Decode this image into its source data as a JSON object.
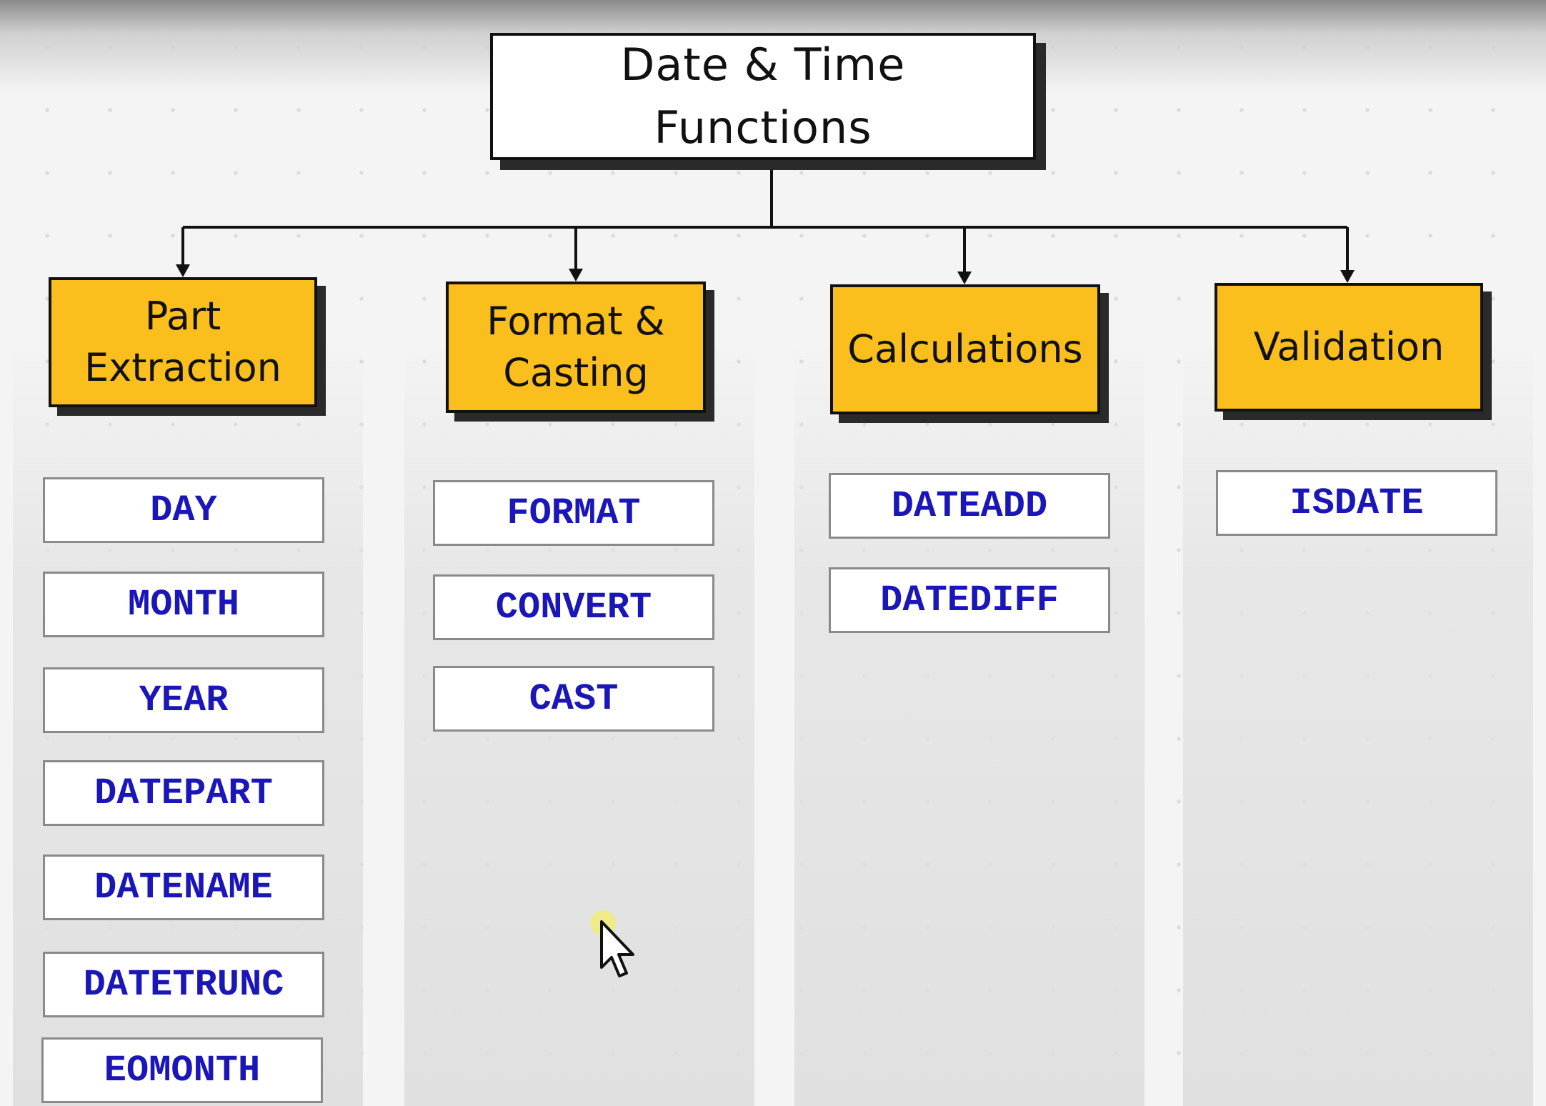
{
  "title": "Date & Time\nFunctions",
  "categories": [
    {
      "label": "Part\nExtraction",
      "functions": [
        "DAY",
        "MONTH",
        "YEAR",
        "DATEPART",
        "DATENAME",
        "DATETRUNC",
        "EOMONTH"
      ]
    },
    {
      "label": "Format &\nCasting",
      "functions": [
        "FORMAT",
        "CONVERT",
        "CAST"
      ]
    },
    {
      "label": "Calculations",
      "functions": [
        "DATEADD",
        "DATEDIFF"
      ]
    },
    {
      "label": "Validation",
      "functions": [
        "ISDATE"
      ]
    }
  ],
  "colors": {
    "category_fill": "#fbbf1d",
    "function_text": "#1a16b8",
    "outline": "#111111"
  }
}
